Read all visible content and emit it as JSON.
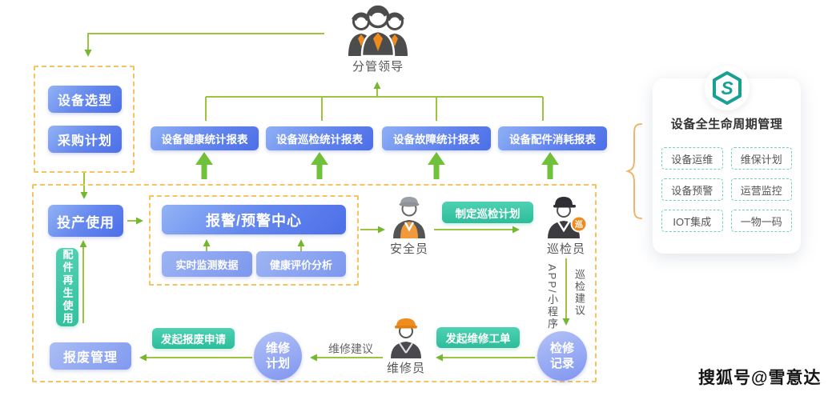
{
  "top": {
    "leader_label": "分管领导"
  },
  "procurement_box": {
    "equipment_selection": "设备选型",
    "purchase_plan": "采购计划"
  },
  "reports": [
    {
      "label": "设备健康统计报表"
    },
    {
      "label": "设备巡检统计报表"
    },
    {
      "label": "设备故障统计报表"
    },
    {
      "label": "设备配件消耗报表"
    }
  ],
  "flow": {
    "production_use": "投产使用",
    "alarm_center": "报警/预警中心",
    "realtime_data": "实时监测数据",
    "health_analysis": "健康评价分析",
    "safety_officer": "安全员",
    "make_inspection_plan": "制定巡检计划",
    "inspector": "巡检员",
    "inspector_badge": "巡",
    "app_mini_program": "APP/小程序",
    "inspection_suggestion": "巡检建议",
    "overhaul_record": "检修\n记录",
    "create_work_order": "发起维修工单",
    "repairman": "维修员",
    "repair_suggestion": "维修建议",
    "repair_plan": "维修\n计划",
    "create_scrap_request": "发起报废申请",
    "scrap_management": "报废管理",
    "parts_reuse": "配件再生使用"
  },
  "panel": {
    "title": "设备全生命周期管理",
    "logo_letter": "S",
    "chips": [
      {
        "label": "设备运维"
      },
      {
        "label": "维保计划"
      },
      {
        "label": "设备预警"
      },
      {
        "label": "运营监控"
      },
      {
        "label": "IOT集成"
      },
      {
        "label": "一物一码"
      }
    ]
  },
  "watermark": "搜狐号@雪意达",
  "colors": {
    "accent_green": "#8cc63e",
    "accent_teal": "#2fbf9c",
    "accent_blue": "#5577ea",
    "dashed_border": "#f5c45f",
    "logo_teal": "#18a094",
    "badge_orange": "#ef8b1d"
  }
}
